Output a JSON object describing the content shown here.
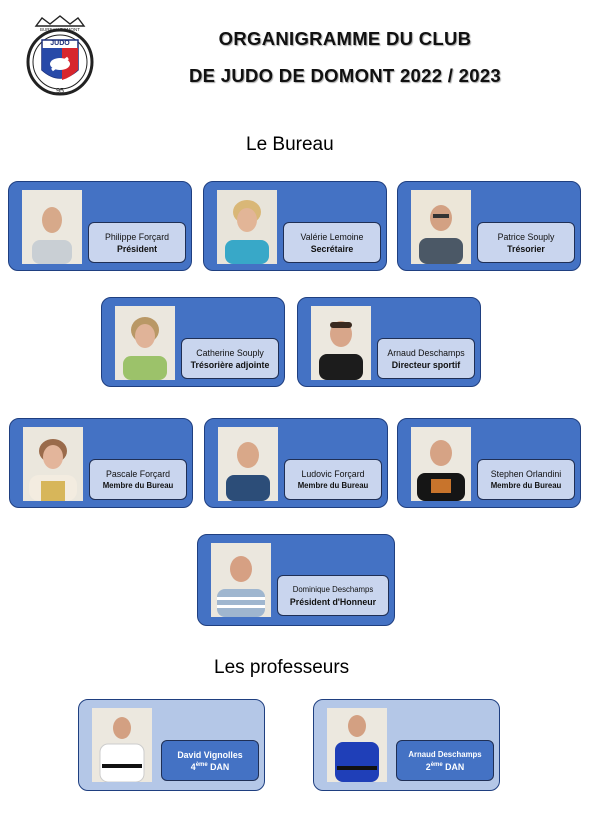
{
  "header": {
    "line1": "ORGANIGRAMME DU CLUB",
    "line2": "DE JUDO DE DOMONT 2022 / 2023",
    "logo": {
      "text": "JUDO",
      "number": "95",
      "banner": "BUREAU DOMONT"
    }
  },
  "sections": {
    "bureau": "Le Bureau",
    "professeurs": "Les professeurs"
  },
  "bureau": [
    {
      "name": "Philippe Forçard",
      "role": "Président"
    },
    {
      "name": "Valérie Lemoine",
      "role": "Secrétaire"
    },
    {
      "name": "Patrice Souply",
      "role": "Trésorier"
    },
    {
      "name": "Catherine Souply",
      "role": "Trésorière adjointe"
    },
    {
      "name": "Arnaud Deschamps",
      "role": "Directeur sportif"
    },
    {
      "name": "Pascale Forçard",
      "role": "Membre du Bureau"
    },
    {
      "name": "Ludovic Forçard",
      "role": "Membre du Bureau"
    },
    {
      "name": "Stephen Orlandini",
      "role": "Membre du Bureau"
    },
    {
      "name": "Dominique Deschamps",
      "role": "Président d'Honneur"
    }
  ],
  "professeurs": [
    {
      "name": "David Vignolles",
      "dan_num": "4",
      "dan_sup": "ème",
      "dan": "DAN"
    },
    {
      "name": "Arnaud Deschamps",
      "dan_num": "2",
      "dan_sup": "ème",
      "dan": "DAN"
    }
  ],
  "colors": {
    "card_dark": "#4472c4",
    "card_light": "#b4c7e7",
    "label_bg": "#c9d5ee"
  }
}
